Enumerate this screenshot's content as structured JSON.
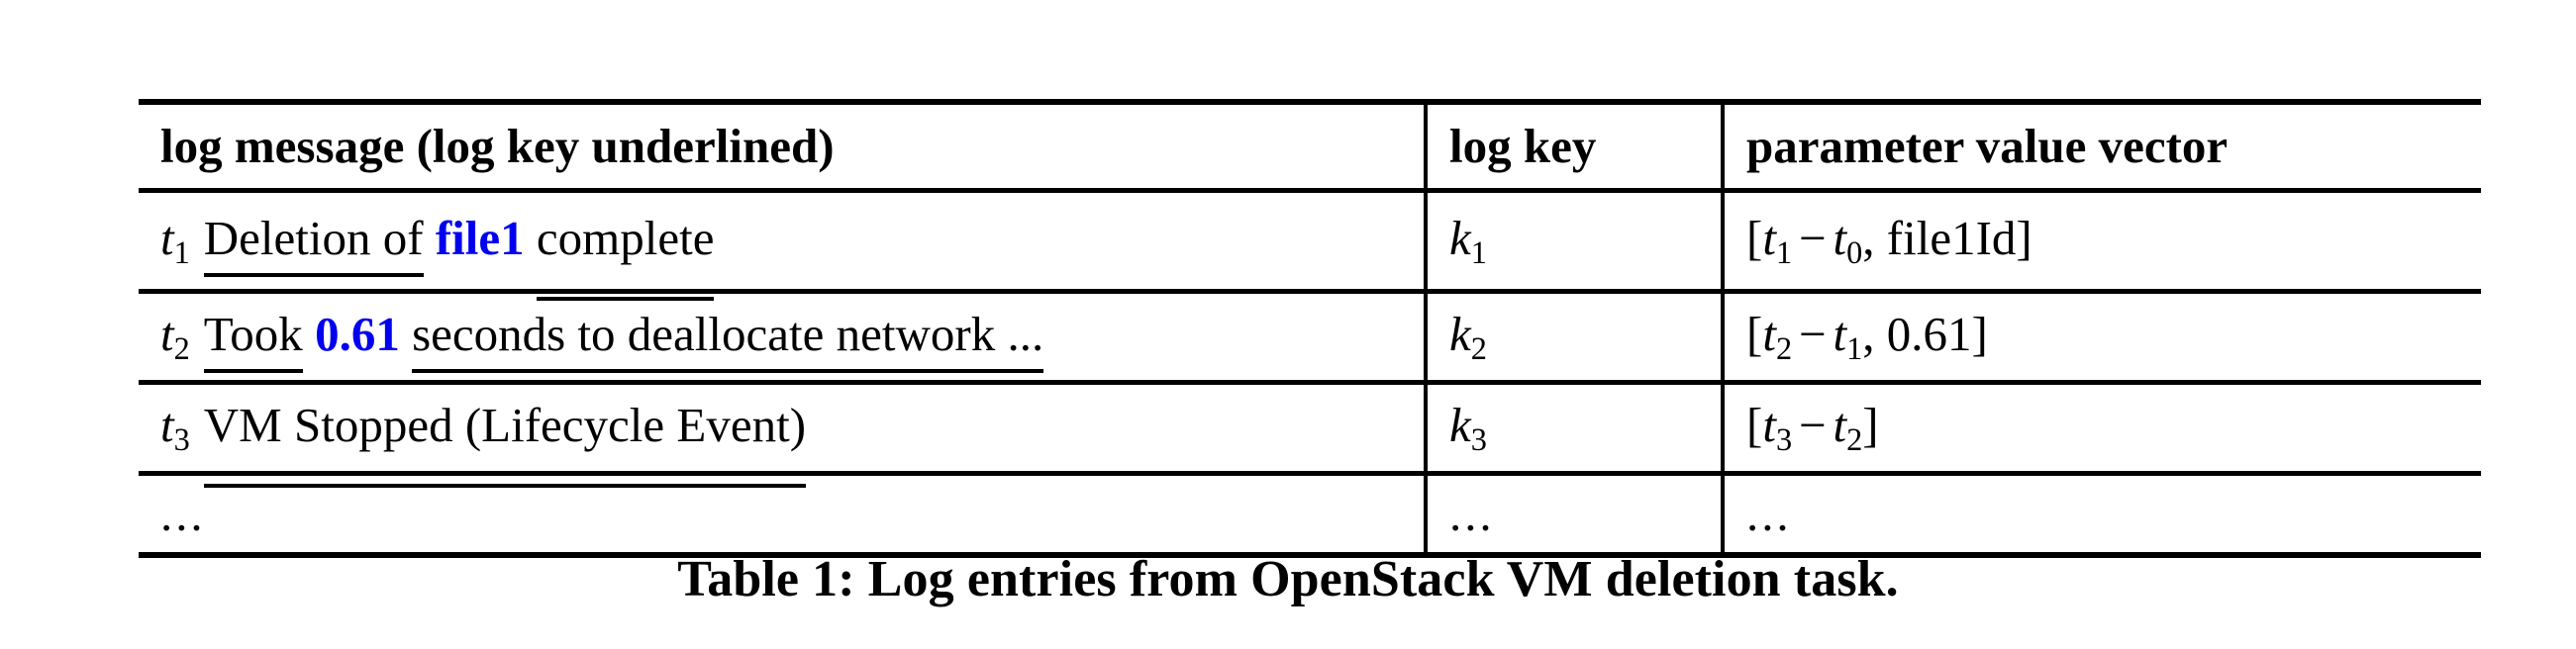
{
  "figure": {
    "caption": "Table 1: Log entries from OpenStack VM deletion task.",
    "accent_color": "#0000EE",
    "text_color": "#000000",
    "background": "#FFFFFF"
  },
  "table": {
    "columns": [
      {
        "id": "log_message",
        "header": "log message (log key underlined)"
      },
      {
        "id": "log_key",
        "header": "log key"
      },
      {
        "id": "parameter_value_vector",
        "header": "parameter value vector"
      }
    ],
    "rows": [
      {
        "timestamp": "t",
        "timestamp_sub": "1",
        "message_parts": [
          {
            "text": "Deletion of",
            "style": "underlined"
          },
          {
            "text": "file1",
            "style": "param"
          },
          {
            "text": "complete",
            "style": "underlined-low"
          }
        ],
        "message_plain": "t1 Deletion of file1 complete",
        "log_key": "k",
        "log_key_sub": "1",
        "pvv": {
          "open": "[",
          "a": "t",
          "a_sub": "1",
          "op": "−",
          "b": "t",
          "b_sub": "0",
          "comma": ", ",
          "second": "file1Id",
          "close": "]"
        },
        "pvv_plain": "[t1 − t0, file1Id]"
      },
      {
        "timestamp": "t",
        "timestamp_sub": "2",
        "message_parts": [
          {
            "text": "Took",
            "style": "underlined"
          },
          {
            "text": "0.61",
            "style": "param"
          },
          {
            "text": "seconds to deallocate network ...",
            "style": "underlined"
          }
        ],
        "message_plain": "t2 Took 0.61 seconds to deallocate network ...",
        "log_key": "k",
        "log_key_sub": "2",
        "pvv": {
          "open": "[",
          "a": "t",
          "a_sub": "2",
          "op": "−",
          "b": "t",
          "b_sub": "1",
          "comma": ", ",
          "second": "0.61",
          "close": "]"
        },
        "pvv_plain": "[t2 − t1, 0.61]"
      },
      {
        "timestamp": "t",
        "timestamp_sub": "3",
        "message_parts": [
          {
            "text": "VM Stopped (Lifecycle Event)",
            "style": "underlined-low"
          }
        ],
        "message_plain": "t3 VM Stopped (Lifecycle Event)",
        "log_key": "k",
        "log_key_sub": "3",
        "pvv": {
          "open": "[",
          "a": "t",
          "a_sub": "3",
          "op": "−",
          "b": "t",
          "b_sub": "2",
          "comma": "",
          "second": "",
          "close": "]"
        },
        "pvv_plain": "[t3 − t2]"
      }
    ],
    "ellipsis_row": {
      "log_message": "...",
      "log_key": "...",
      "parameter_value_vector": "..."
    }
  }
}
